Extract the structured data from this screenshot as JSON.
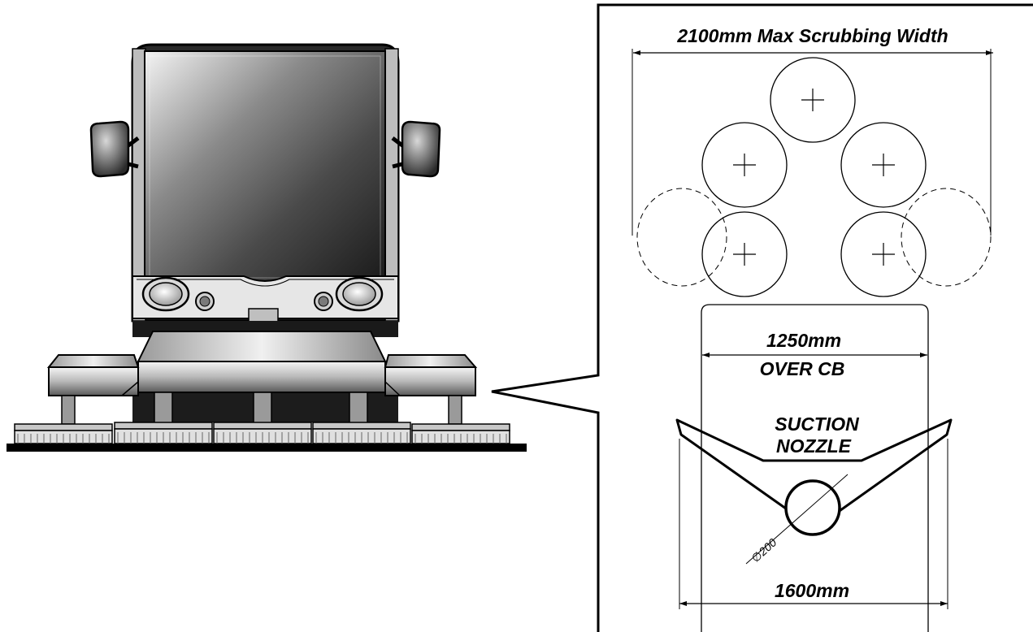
{
  "diagram": {
    "scrub_width_label": "2100mm Max Scrubbing Width",
    "cb_width_label": "1250mm",
    "cb_over_label": "OVER CB",
    "nozzle_label_line1": "SUCTION",
    "nozzle_label_line2": "NOZZLE",
    "nozzle_diameter_label": "∅200",
    "bottom_width_label": "1600mm"
  }
}
